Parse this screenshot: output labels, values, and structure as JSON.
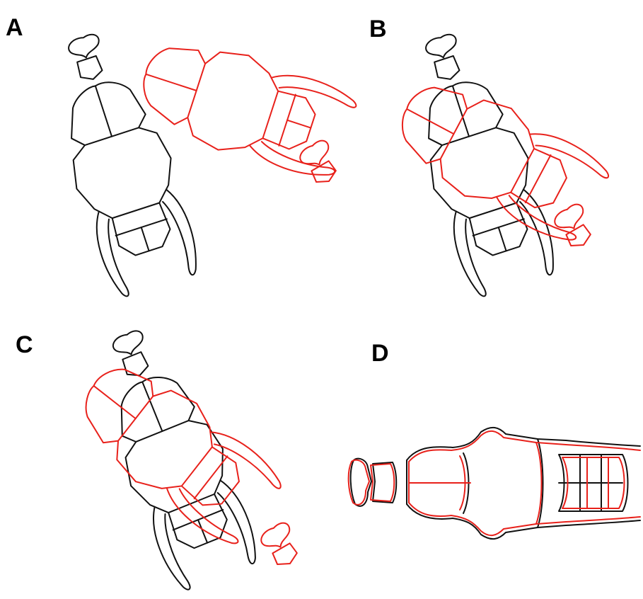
{
  "panels": [
    {
      "label": "A"
    },
    {
      "label": "B"
    },
    {
      "label": "C"
    },
    {
      "label": "D"
    }
  ],
  "colors": {
    "reference_outline": "#111111",
    "aligned_outline": "#e8211b",
    "background": "#ffffff"
  }
}
